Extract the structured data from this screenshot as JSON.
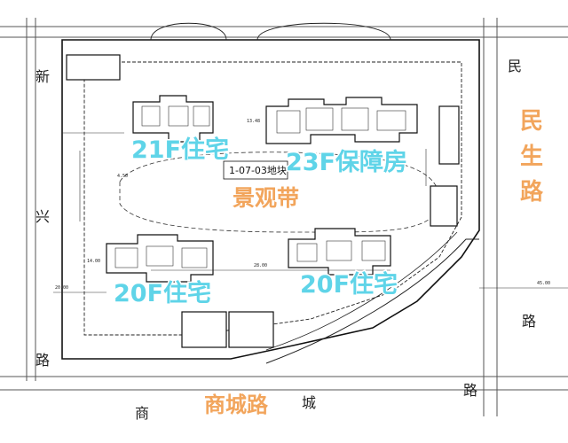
{
  "zones": {
    "plot_tag": "1-07-03地块",
    "bldg_21f": "21F住宅",
    "bldg_23f": "23F保障房",
    "landscape": "景观带",
    "bldg_20f_left": "20F住宅",
    "bldg_20f_right": "20F住宅"
  },
  "roads": {
    "minsheng_vertical": "民生路",
    "minsheng_overlay": "民 生 路",
    "xinxing_vertical": "新兴路",
    "shangcheng_overlay": "商城路",
    "shangcheng_street": "商 城 路",
    "street_chars": {
      "min": "民",
      "lu_east": "路",
      "xin": "新",
      "xing": "兴",
      "lu_west": "路",
      "shang": "商",
      "cheng": "城",
      "lu_south": "路"
    }
  },
  "dimensions": {
    "dist_a": "28.00",
    "dist_b": "14.00",
    "dist_c": "45.00",
    "dist_d": "20.00",
    "dist_e": "13.48",
    "dist_f": "4.50"
  },
  "colors": {
    "zone_label": "#5fd4e8",
    "road_label": "#f2a55c",
    "linework": "#111111"
  }
}
